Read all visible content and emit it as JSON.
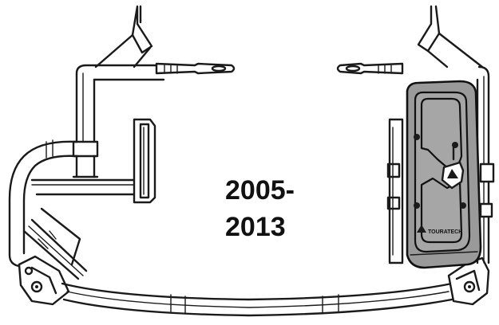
{
  "label": {
    "line1": "2005-",
    "line2": "2013"
  },
  "logo_text": "TOURATECH",
  "colors": {
    "stroke": "#1a1a1a",
    "box_fill": "#9a9a9a",
    "background": "#ffffff",
    "label": "#111111"
  }
}
